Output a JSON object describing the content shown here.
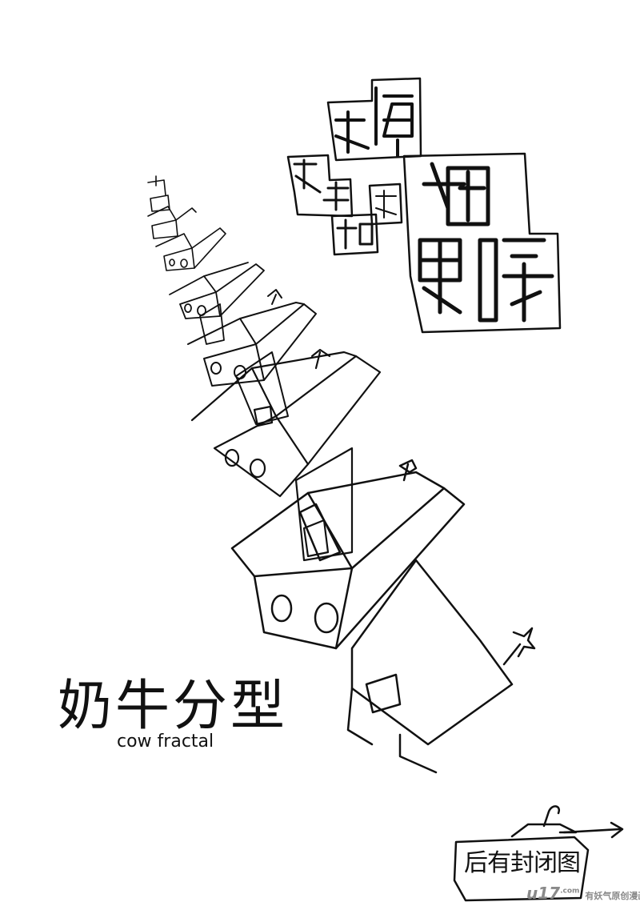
{
  "page": {
    "title_cn": "奶牛分型",
    "title_en": "cow fractal",
    "next_label": "后有封闭图",
    "watermark": {
      "brand": "u17",
      "domain": ".com",
      "tagline": "有妖气原创漫画"
    }
  },
  "colors": {
    "ink": "#111111",
    "paper": "#ffffff",
    "watermark": "#8a8a8a"
  },
  "icons": {
    "next_arrow": "right-arrow-icon",
    "hanger": "hanger-icon"
  }
}
